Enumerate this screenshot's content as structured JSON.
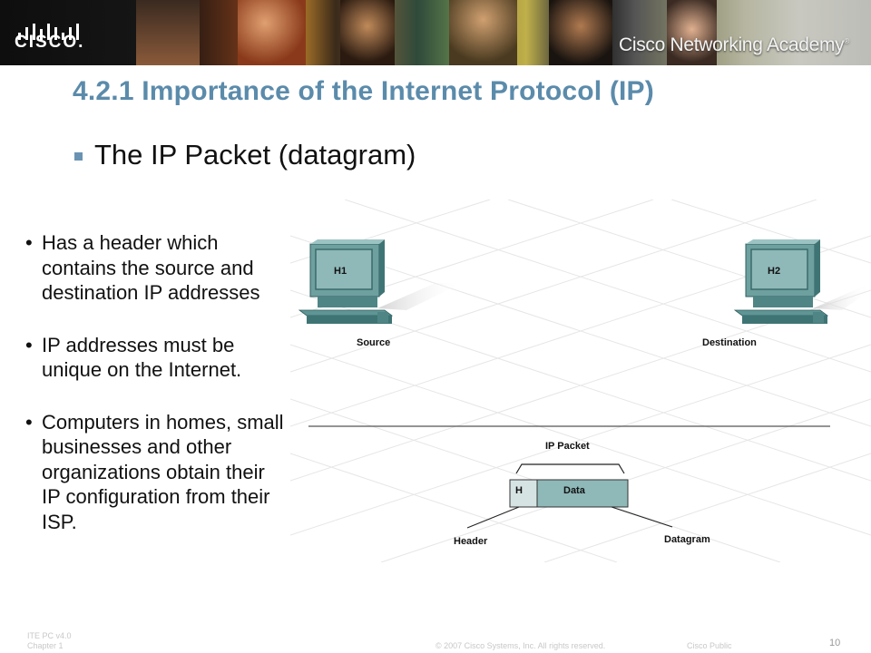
{
  "banner": {
    "logo_text": "CISCO.",
    "academy_text": "Cisco Networking Academy",
    "academy_mark": "®"
  },
  "slide": {
    "title": "4.2.1 Importance of the Internet Protocol (IP)",
    "subtitle": "The IP Packet (datagram)",
    "bullets": [
      "Has a header which contains the source and destination IP addresses",
      "IP addresses must be unique on the Internet.",
      "Computers in homes, small businesses and other organizations obtain their IP configuration from their ISP."
    ],
    "bullet_symbol": "•"
  },
  "diagram": {
    "host1_label": "H1",
    "host2_label": "H2",
    "source_label": "Source",
    "destination_label": "Destination",
    "packet_label": "IP Packet",
    "header_cell": "H",
    "data_cell": "Data",
    "header_label": "Header",
    "datagram_label": "Datagram",
    "colors": {
      "computer": "#4f8585",
      "screen": "#8fb8b8",
      "packet_header": "#d6e3e3",
      "packet_data": "#8fb8b8"
    }
  },
  "footer": {
    "course": "ITE PC v4.0",
    "chapter": "Chapter 1",
    "copyright": "© 2007 Cisco Systems, Inc. All rights reserved.",
    "classification": "Cisco Public",
    "page": "10"
  }
}
